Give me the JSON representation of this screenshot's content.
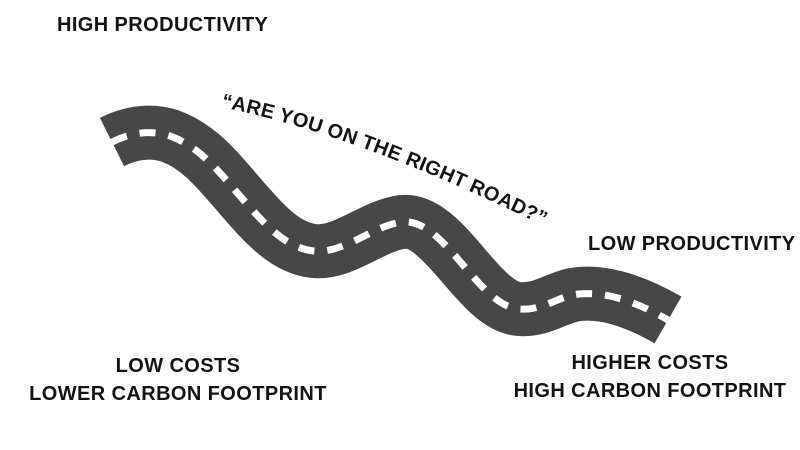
{
  "canvas": {
    "background_color": "#ffffff"
  },
  "labels": {
    "top_left": "HIGH PRODUCTIVITY",
    "right": "LOW PRODUCTIVITY",
    "bottom_left": {
      "line1": "LOW COSTS",
      "line2": "LOWER CARBON FOOTPRINT"
    },
    "bottom_right": {
      "line1": "HIGHER COSTS",
      "line2": "HIGH CARBON FOOTPRINT"
    }
  },
  "road": {
    "question": "“ARE YOU ON THE RIGHT ROAD?”",
    "asphalt_color": "#474747",
    "lane_marking_color": "#ffffff",
    "text_color": "#131313"
  }
}
